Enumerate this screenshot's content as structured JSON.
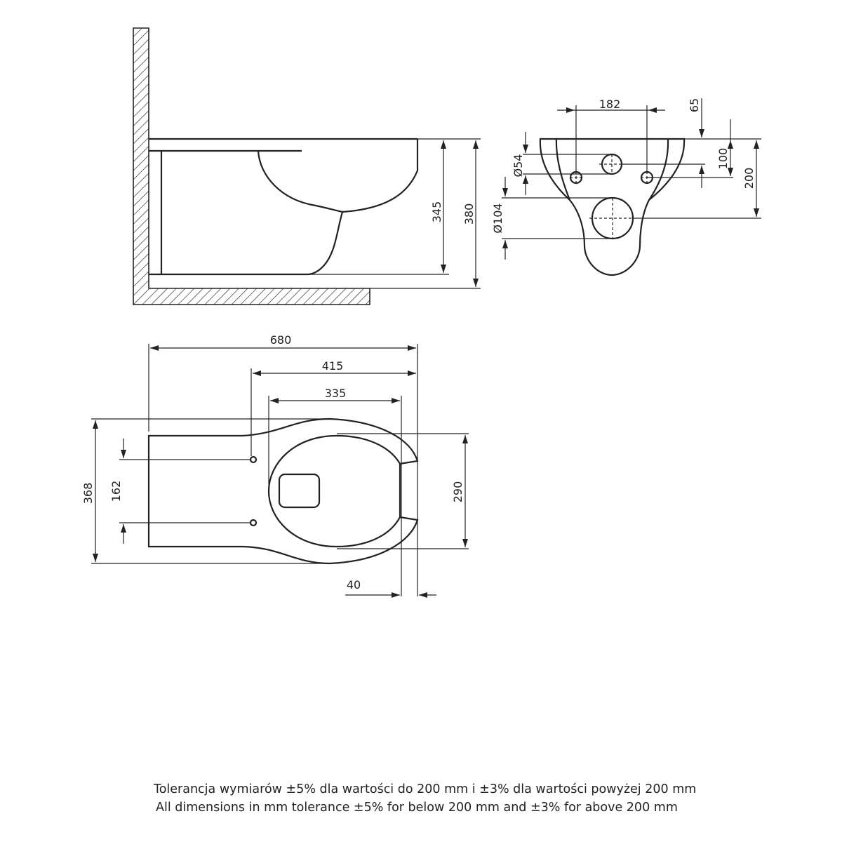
{
  "side_view": {
    "dims": {
      "height_345": "345",
      "height_380": "380"
    }
  },
  "front_view": {
    "dims": {
      "width_182": "182",
      "offset_65": "65",
      "hole_54": "Ø54",
      "height_100": "100",
      "height_200": "200",
      "outlet_104": "Ø104"
    }
  },
  "top_view": {
    "dims": {
      "length_680": "680",
      "length_415": "415",
      "length_335": "335",
      "width_368": "368",
      "spacing_162": "162",
      "width_290": "290",
      "rim_40": "40"
    }
  },
  "notes": {
    "polish": "Tolerancja wymiarów ±5% dla wartości do 200 mm i ±3% dla wartości powyżej 200 mm",
    "english": "All dimensions in mm tolerance ±5% for below 200 mm and ±3% for above 200 mm"
  }
}
